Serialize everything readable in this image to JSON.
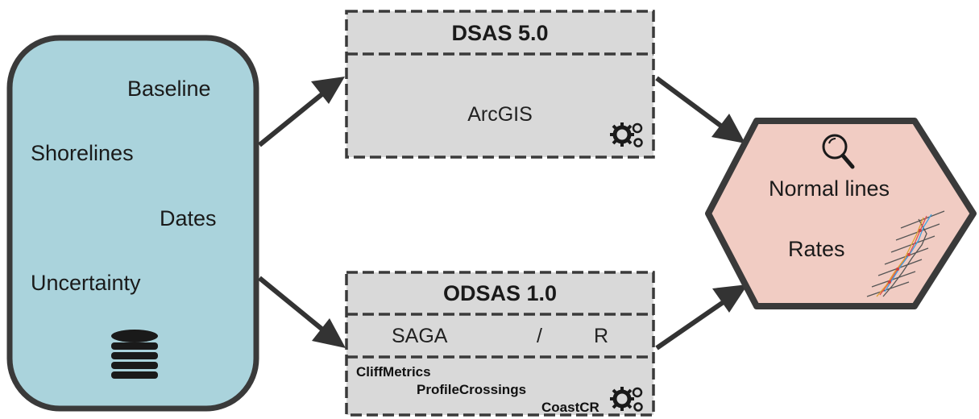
{
  "inputs": {
    "items": [
      "Baseline",
      "Shorelines",
      "Dates",
      "Uncertainty"
    ],
    "fill": "#aad3dc",
    "icon": "database-icon"
  },
  "dsas": {
    "title": "DSAS 5.0",
    "platform": "ArcGIS",
    "icon": "gears-icon"
  },
  "odsas": {
    "title": "ODSAS 1.0",
    "platforms": [
      "SAGA",
      "/",
      "R"
    ],
    "tools": [
      "CliffMetrics",
      "ProfileCrossings",
      "CoastCR"
    ],
    "icon": "gears-icon"
  },
  "output": {
    "labels": [
      "Normal lines",
      "Rates"
    ],
    "fill": "#f1ccc3",
    "icons": [
      "magnifier-icon",
      "transect-plot-icon"
    ]
  },
  "colors": {
    "box_fill": "#d9d9d9",
    "stroke": "#3a3a3a",
    "arrow": "#333333"
  }
}
